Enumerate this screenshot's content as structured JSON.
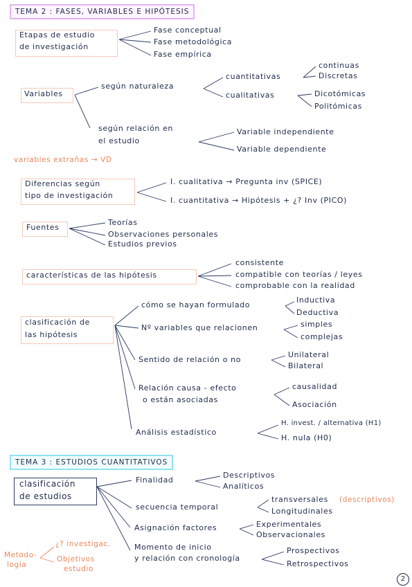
{
  "tema2": {
    "title": "TEMA 2 : FASES, VARIABLES E HIPÓTESIS",
    "etapas": {
      "label_l1": "Etapas de estudio",
      "label_l2": "de investigación",
      "items": [
        "Fase conceptual",
        "Fase metodológica",
        "Fase empírica"
      ]
    },
    "variables": {
      "label": "Variables",
      "naturaleza": "según naturaleza",
      "cuantitativas": "cuantitativas",
      "cuanti_items": [
        "continuas",
        "Discretas"
      ],
      "cualitativas": "cualitativas",
      "cuali_items": [
        "Dicotómicas",
        "Politómicas"
      ],
      "relacion_l1": "según relación en",
      "relacion_l2": "el estudio",
      "relacion_items": [
        "Variable independiente",
        "Variable dependiente"
      ],
      "extranas": "variables extrañas → VD"
    },
    "diferencias": {
      "label_l1": "Diferencias según",
      "label_l2": "tipo de investigación",
      "row1": "I. cualitativa → Pregunta inv (SPICE)",
      "row2": "I. cuantitativa → Hipótesis + ¿? Inv (PICO)"
    },
    "fuentes": {
      "label": "Fuentes",
      "items": [
        "Teorías",
        "Observaciones personales",
        "Estudios previos"
      ]
    },
    "caracteristicas": {
      "label": "características de las hipótesis",
      "items": [
        "consistente",
        "compatible con teorías / leyes",
        "comprobable con la realidad"
      ]
    },
    "clasificacion": {
      "label_l1": "clasificación de",
      "label_l2": "las hipótesis",
      "b1": "cómo se hayan formulado",
      "b1_items": [
        "Inductiva",
        "Deductiva"
      ],
      "b2": "Nº variables que relacionen",
      "b2_items": [
        "simples",
        "complejas"
      ],
      "b3": "Sentido de relación o no",
      "b3_items": [
        "Unilateral",
        "Bilateral"
      ],
      "b4_l1": "Relación causa - efecto",
      "b4_l2": "o están asociadas",
      "b4_items": [
        "causalidad",
        "Asociación"
      ],
      "b5": "Análisis estadístico",
      "b5_items": [
        "H. invest. / alternativa (H1)",
        "H. nula (H0)"
      ]
    }
  },
  "tema3": {
    "title": "TEMA 3 : ESTUDIOS CUANTITATIVOS",
    "label_l1": "clasificación",
    "label_l2": "de estudios",
    "finalidad": "Finalidad",
    "finalidad_items": [
      "Descriptivos",
      "Analíticos"
    ],
    "secuencia": "secuencia temporal",
    "secuencia_items": [
      "transversales",
      "(descriptivos)",
      "Longitudinales"
    ],
    "asignacion": "Asignación factores",
    "asignacion_items": [
      "Experimentales",
      "Observacionales"
    ],
    "momento_l1": "Momento de inicio",
    "momento_l2": "y relación con cronología",
    "momento_items": [
      "Prospectivos",
      "Retrospectivos"
    ],
    "metodologia": {
      "label_l1": "Metodo-",
      "label_l2": "logía",
      "items": [
        "¿? investigac.",
        "Objetivos",
        "estudio"
      ]
    }
  },
  "page_number": "2"
}
